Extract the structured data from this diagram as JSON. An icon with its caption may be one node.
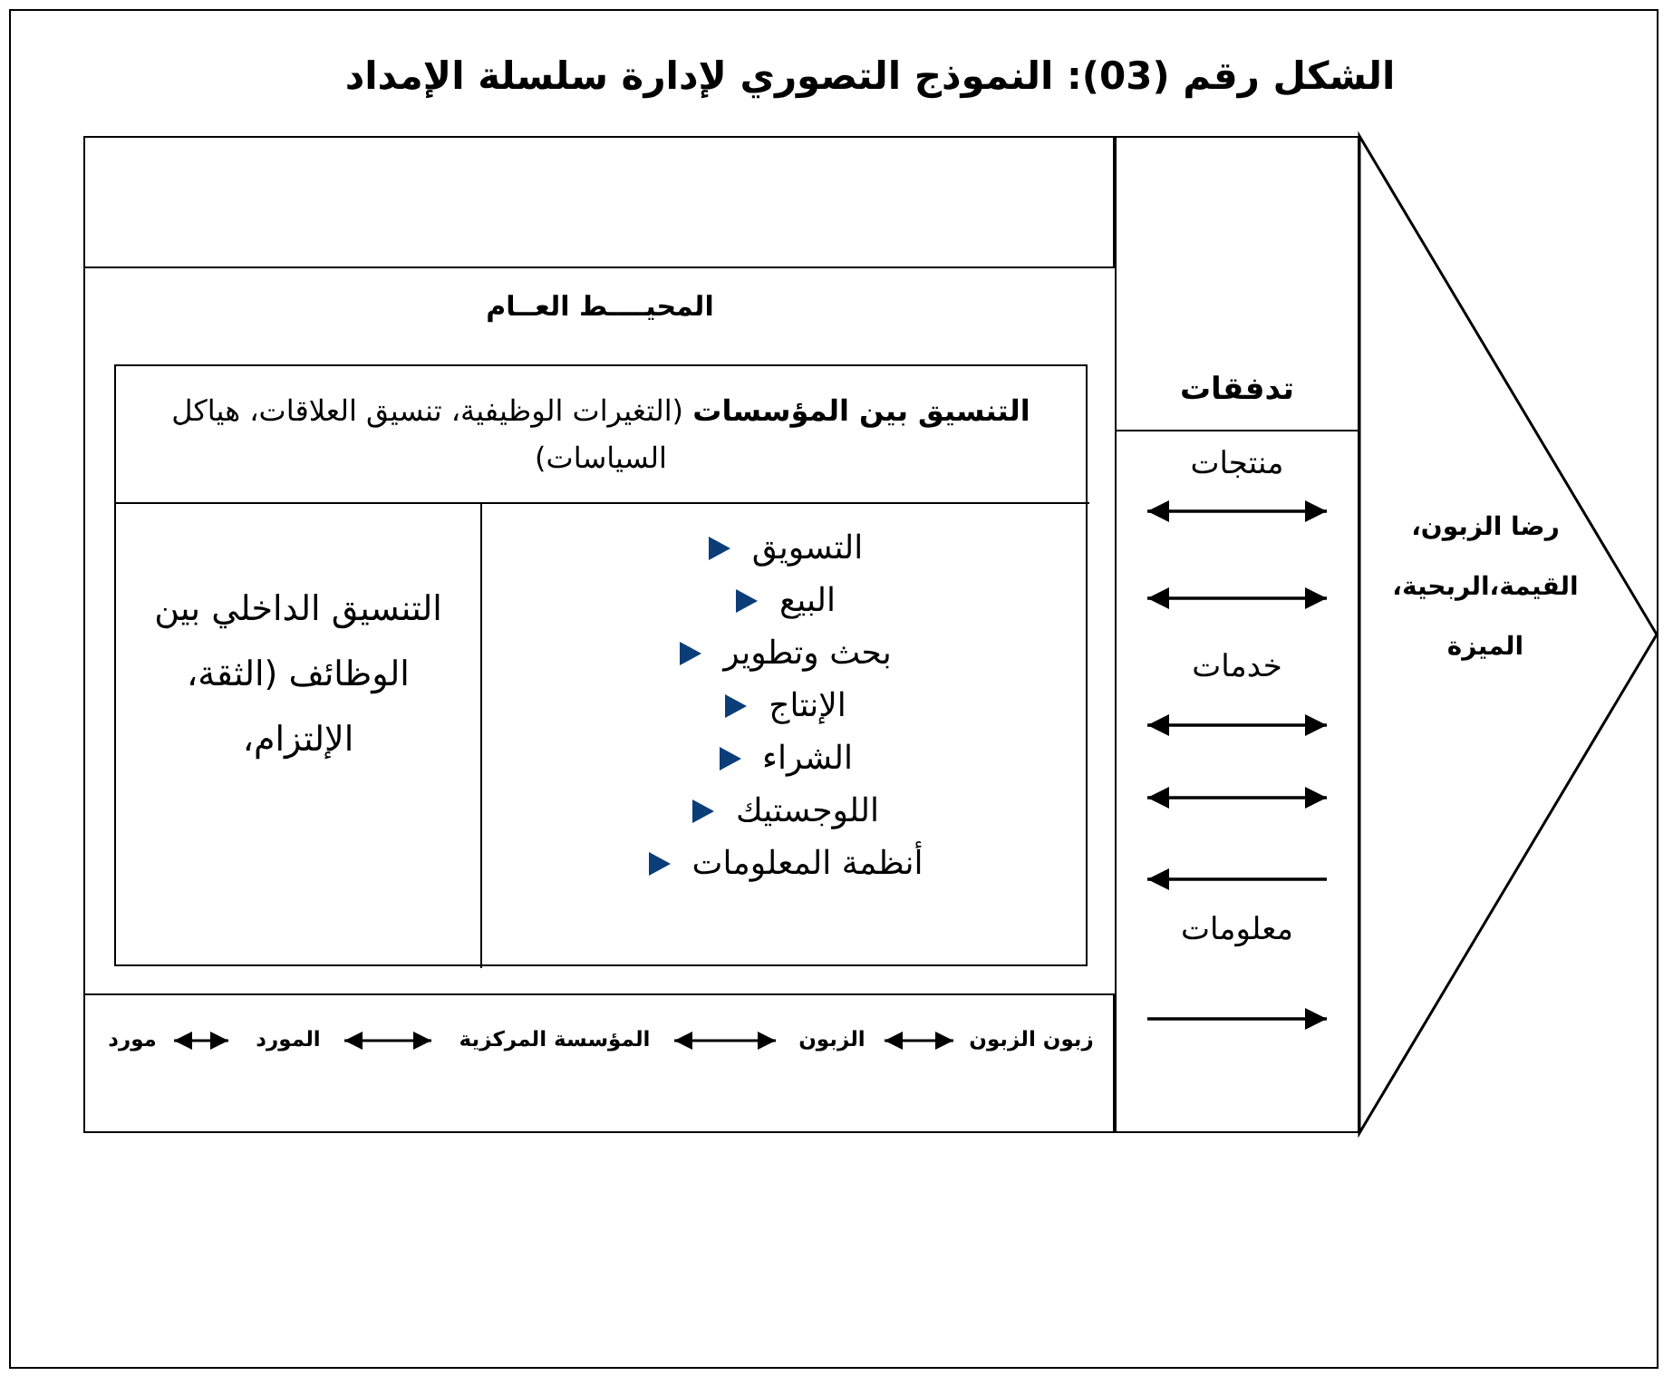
{
  "diagram": {
    "title": "الشكل رقم (03): النموذج التصوري لإدارة سلسلة الإمداد",
    "nodes": [
      {
        "text": [
          "المحيــــط العــام"
        ]
      },
      {
        "text": [
          "**التنسيق بين المؤسسات** (التغيرات الوظيفية، تنسيق العلاقات، هياكل السياسات)"
        ],
        "in": 0
      },
      {
        "text": [
          "التنسيق الداخلي بين الوظائف (الثقة، الإلتزام،"
        ],
        "in": 1
      },
      {
        "text": [
          "التسويق",
          "البيع",
          "بحث وتطوير",
          "الإنتاج",
          "الشراء",
          "اللوجستيك",
          "أنظمة المعلومات"
        ],
        "in": 1
      },
      {
        "text": [],
        "shape": "box"
      },
      {
        "text": [],
        "shape": "box"
      },
      {
        "text": [
          "زبون الزبون"
        ],
        "in": 5
      },
      {
        "text": [
          "الزبون"
        ],
        "in": 5
      },
      {
        "text": [
          "المؤسسة المركزية"
        ],
        "in": 5
      },
      {
        "text": [
          "المورد"
        ],
        "in": 5
      },
      {
        "text": [
          "مورد"
        ],
        "in": 5
      },
      {
        "text": [
          "تدفقات"
        ]
      },
      {
        "text": [
          "منتجات",
          "خدمات",
          "معلومات"
        ]
      },
      {
        "text": [
          "رضا الزبون، القيمة،الربحية، الميزة"
        ]
      }
    ],
    "edges": [
      {
        "from": 6,
        "to": 7,
        "arrow": "both"
      },
      {
        "from": 7,
        "to": 8,
        "arrow": "both"
      },
      {
        "from": 8,
        "to": 9,
        "arrow": "both"
      },
      {
        "from": 9,
        "to": 10,
        "arrow": "both"
      }
    ]
  }
}
